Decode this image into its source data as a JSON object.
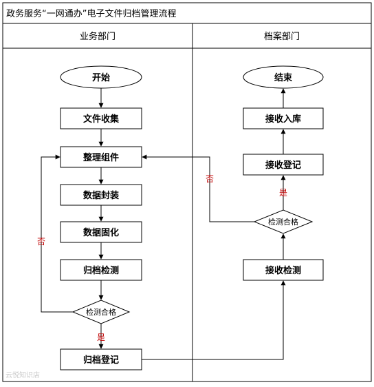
{
  "title": "政务服务“一网通办”电子文件归档管理流程",
  "lanes": {
    "left": "业务部门",
    "right": "档案部门"
  },
  "nodes": {
    "start": "开始",
    "collect": "文件收集",
    "organize": "整理组件",
    "package": "数据封装",
    "solidify": "数据固化",
    "archive_check": "归档检测",
    "check_left": "检测合格",
    "archive_register": "归档登记",
    "receive_check": "接收检测",
    "check_right": "检测合格",
    "receive_register": "接收登记",
    "store": "接收入库",
    "end": "结束"
  },
  "labels": {
    "no_left": "否",
    "yes_left": "是",
    "no_right": "否",
    "yes_right": "是"
  },
  "watermark": "云悦知识店"
}
